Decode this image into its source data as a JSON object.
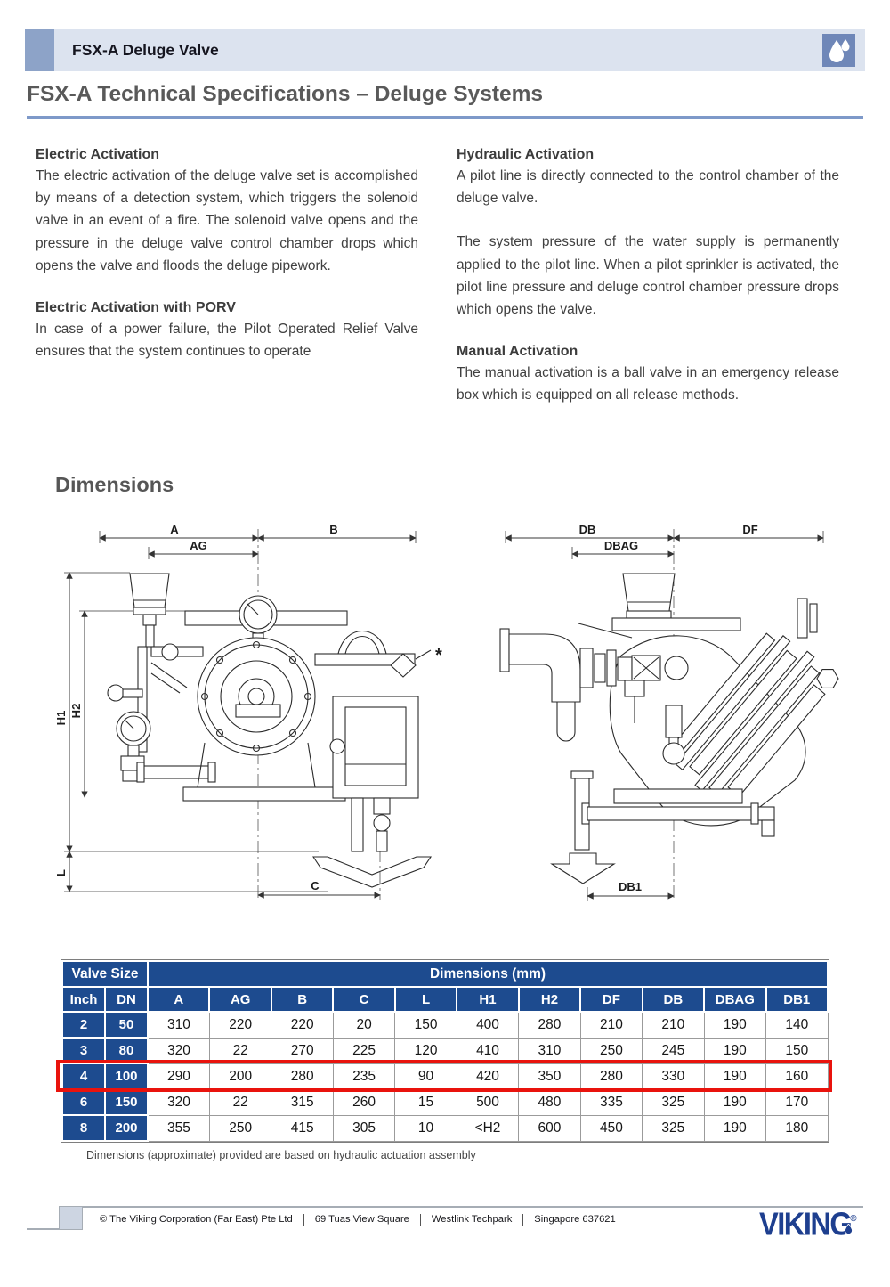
{
  "header": {
    "product_title": "FSX-A Deluge Valve",
    "icon": "water-drop"
  },
  "page_title": "FSX-A Technical Specifications – Deluge Systems",
  "sections": {
    "electric_activation": {
      "heading": "Electric Activation",
      "body": "The electric activation of the deluge valve set is accomplished by means of a detection system, which triggers the solenoid valve in an event of a fire. The solenoid valve opens and the pressure in the deluge valve control chamber drops which opens the valve and floods the deluge pipework."
    },
    "electric_activation_porv": {
      "heading": "Electric Activation with PORV",
      "body": "In case of a power failure, the Pilot Operated Relief Valve ensures that the system continues to operate"
    },
    "hydraulic_activation": {
      "heading": "Hydraulic Activation",
      "body1": "A pilot line is directly connected to the control chamber of the deluge valve.",
      "body2": "The system pressure of the water supply is permanently applied to the pilot line. When a pilot sprinkler is activated, the pilot line pressure and deluge control chamber pressure drops which opens the valve."
    },
    "manual_activation": {
      "heading": "Manual Activation",
      "body": "The manual activation is a ball valve in an emergency release box which is equipped on all release methods."
    }
  },
  "dimensions_section": {
    "heading": "Dimensions"
  },
  "diagrams": {
    "front_view": {
      "dim_a": "A",
      "dim_ag": "AG",
      "dim_b": "B",
      "dim_h1": "H1",
      "dim_h2": "H2",
      "dim_l": "L",
      "dim_c": "C",
      "footnote_marker": "*"
    },
    "side_view": {
      "dim_db": "DB",
      "dim_dbag": "DBAG",
      "dim_df": "DF",
      "dim_db1": "DB1"
    }
  },
  "table": {
    "group_headers": {
      "valve_size": "Valve Size",
      "dimensions": "Dimensions (mm)"
    },
    "columns": [
      "Inch",
      "DN",
      "A",
      "AG",
      "B",
      "C",
      "L",
      "H1",
      "H2",
      "DF",
      "DB",
      "DBAG",
      "DB1"
    ],
    "rows": [
      {
        "inch": "2",
        "dn": "50",
        "values": [
          "310",
          "220",
          "220",
          "20",
          "150",
          "400",
          "280",
          "210",
          "210",
          "190",
          "140"
        ]
      },
      {
        "inch": "3",
        "dn": "80",
        "values": [
          "320",
          "22",
          "270",
          "225",
          "120",
          "410",
          "310",
          "250",
          "245",
          "190",
          "150"
        ]
      },
      {
        "inch": "4",
        "dn": "100",
        "values": [
          "290",
          "200",
          "280",
          "235",
          "90",
          "420",
          "350",
          "280",
          "330",
          "190",
          "160"
        ]
      },
      {
        "inch": "6",
        "dn": "150",
        "values": [
          "320",
          "22",
          "315",
          "260",
          "15",
          "500",
          "480",
          "335",
          "325",
          "190",
          "170"
        ]
      },
      {
        "inch": "8",
        "dn": "200",
        "values": [
          "355",
          "250",
          "415",
          "305",
          "10",
          "<H2",
          "600",
          "450",
          "325",
          "190",
          "180"
        ]
      }
    ],
    "highlighted_row_index": 2,
    "caption": "Dimensions (approximate) provided are based on hydraulic actuation assembly"
  },
  "footer": {
    "copyright": "© The Viking Corporation (Far East) Pte Ltd",
    "address_line1": "69 Tuas View Square",
    "address_line2": "Westlink Techpark",
    "address_line3": "Singapore 637621",
    "logo_text": "VIKING",
    "registered_mark": "®"
  },
  "colors": {
    "table_header_blue": "#1d4b8f",
    "highlight_red": "#e9130d",
    "banner_bg": "#dce3ef",
    "banner_square": "#8da3c8",
    "icon_tile_blue": "#6f87b8",
    "rule_blue": "#7e99c9",
    "logo_navy": "#1e3f8f"
  }
}
